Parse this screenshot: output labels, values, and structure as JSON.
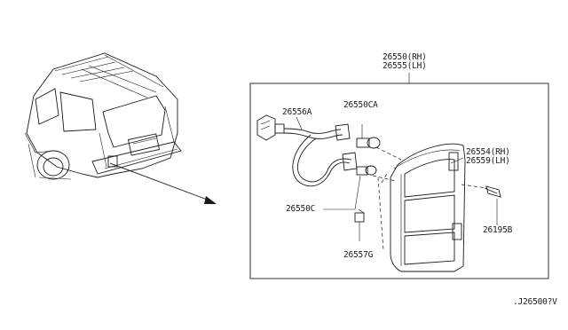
{
  "labels": {
    "assembly_rh": "26550(RH)",
    "assembly_lh": "26555(LH)",
    "harness": "26556A",
    "bulb_ca": "26550CA",
    "lamp_rh": "26554(RH)",
    "lamp_lh": "26559(LH)",
    "bulb_c": "26550C",
    "screw": "26195B",
    "clip": "26557G",
    "diagram_code": ".J26500?V"
  }
}
